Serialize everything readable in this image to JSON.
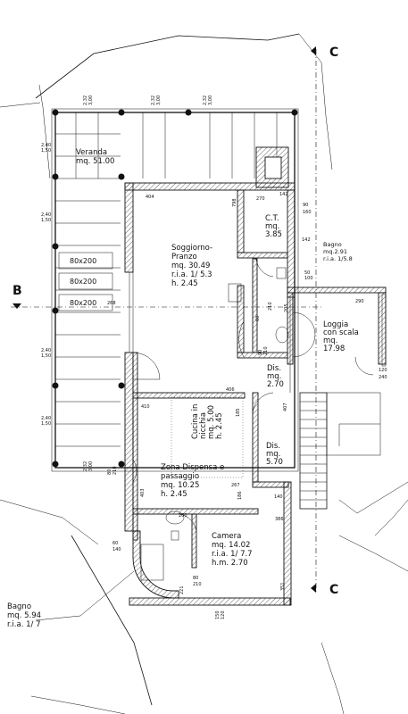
{
  "sections": {
    "section_c_top": "C",
    "section_c_bottom": "C",
    "section_b": "B"
  },
  "rooms": {
    "veranda": [
      "Veranda",
      "mq. 51.00"
    ],
    "soggiorno": [
      "Soggiorno-",
      "Pranzo",
      "mq. 30.49",
      "r.i.a. 1/ 5.3",
      "h. 2.45"
    ],
    "ct": [
      "C.T.",
      "mq.",
      "3.85"
    ],
    "bagno_top": [
      "Bagno",
      "mq.2.91",
      "r.i.a. 1/5.8"
    ],
    "loggia": [
      "Loggia",
      "con scala",
      "mq.",
      "17.98"
    ],
    "dis1": [
      "Dis.",
      "mq.",
      "2.70"
    ],
    "cucina": [
      "Cucina in",
      "nicchia",
      "mq. 5.00",
      "h. 2.45"
    ],
    "dis2": [
      "Dis.",
      "mq.",
      "5.70"
    ],
    "dispensa": [
      "Zona Dispensa e",
      "passaggio",
      "mq. 10.25",
      "h. 2.45"
    ],
    "camera": [
      "Camera",
      "mq. 14.02",
      "r.i.a. 1/ 7.7",
      "h.m. 2.70"
    ],
    "bagno_bottom": [
      "Bagno",
      "mq. 5.94",
      "r.i.a. 1/ 7"
    ]
  },
  "pavers": [
    "80x200",
    "80x200",
    "80x200"
  ],
  "dims": {
    "d404": "404",
    "d798": "798",
    "d270": "270",
    "d142a": "142",
    "d90": "90",
    "d160": "160",
    "d142b": "142",
    "d50_100": [
      "50",
      "100"
    ],
    "d290": "290",
    "d268": "268",
    "d210a": "210",
    "d205": "205",
    "d90_210": [
      "90",
      "210"
    ],
    "d60": "60",
    "d120_240": [
      "120",
      "240"
    ],
    "d406": "406",
    "d410": "410",
    "d185": "185",
    "d407": "407",
    "d267": "267",
    "d403": "403",
    "d186": "186",
    "d140a": "140",
    "d386": "386",
    "d200": "200",
    "d60_140": [
      "60",
      "140"
    ],
    "d80_210": [
      "80",
      "210"
    ],
    "d221": "221",
    "d351": "351",
    "d150_120": [
      "150",
      "120"
    ],
    "d80_210b": [
      "80",
      "210"
    ],
    "d240_150": [
      "2,40",
      "1,50"
    ],
    "d232_300": [
      "2,32",
      "3,00"
    ]
  }
}
